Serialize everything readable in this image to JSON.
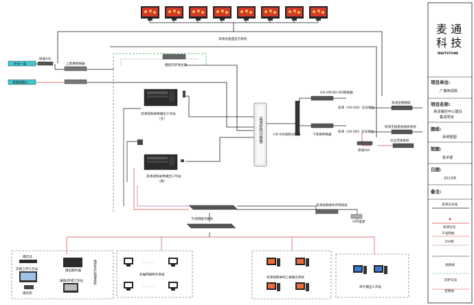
{
  "labels": {
    "top_title": "高清多画面显示系统",
    "ad_top": "接收A/D",
    "input1": "外信一路",
    "input2": "演播室输入",
    "upload_server": "上变换转换器",
    "sync_system": "播控同步发生器",
    "hd_recorder_main_1": "高清视频录像播出工作站",
    "hd_recorder_main_2": "（主）",
    "hd_recorder_backup_1": "高清视频录像播出工作站",
    "hd_recorder_backup_2": "（备）",
    "switcher": "高清矩阵切换器",
    "converter": "HD-SDI/SD-SDI转换器",
    "distributor": "HD-SDI视频分配器",
    "downconvert": "下变换转换器",
    "out_hd": "高清（HD-SDI）信号输出",
    "out_sd": "标清（SD-SDI）信号输出",
    "monitor_out": "高清监看数据",
    "wireless": "标清无线电视发射系统",
    "ad_bottom": "接收D/A",
    "sd_send": "信号无线发射",
    "main_switch": "千兆网络交换机",
    "storage": "高清视频媒体存储系统",
    "ups": "UPS电源",
    "group1_a": "播出台",
    "group1_b": "外网上传工作站",
    "group1_c": "播出服务器",
    "group1_d": "编辑/存储工作站",
    "group1_e": "播出机",
    "group1_title": "播控生产管理系统",
    "group2_label": "非编网络制作系统",
    "group3_label": "高清视频录制上载播出系统",
    "group4_label": "审片播出工作站"
  },
  "sidebar": {
    "brand_cn_1": "麦 通",
    "brand_cn_2": "科 技",
    "brand_en": "MAITSTONE",
    "unit_label": "项目单位:",
    "unit_value": "广播电视局",
    "name_label": "项目名称:",
    "name_value_1": "高清播控中心建设",
    "name_value_2": "集成项目",
    "drawing_label": "图纸:",
    "drawing_value": "系统框图",
    "maker_label": "制图:",
    "maker_value": "技术部",
    "date_label": "日期:",
    "date_value": "2013年",
    "notes_label": "备注:",
    "legend": [
      "高清信号线",
      "标清信号",
      "千兆网线",
      "DVI线",
      "视频线",
      "同步信号",
      "音频线"
    ]
  },
  "colors": {
    "line": "#1a1a1a",
    "sync": "#3aa64a",
    "red": "#d94545",
    "cyan": "#43c6cf",
    "purple": "#b06ab3",
    "dashed": "#666666"
  }
}
